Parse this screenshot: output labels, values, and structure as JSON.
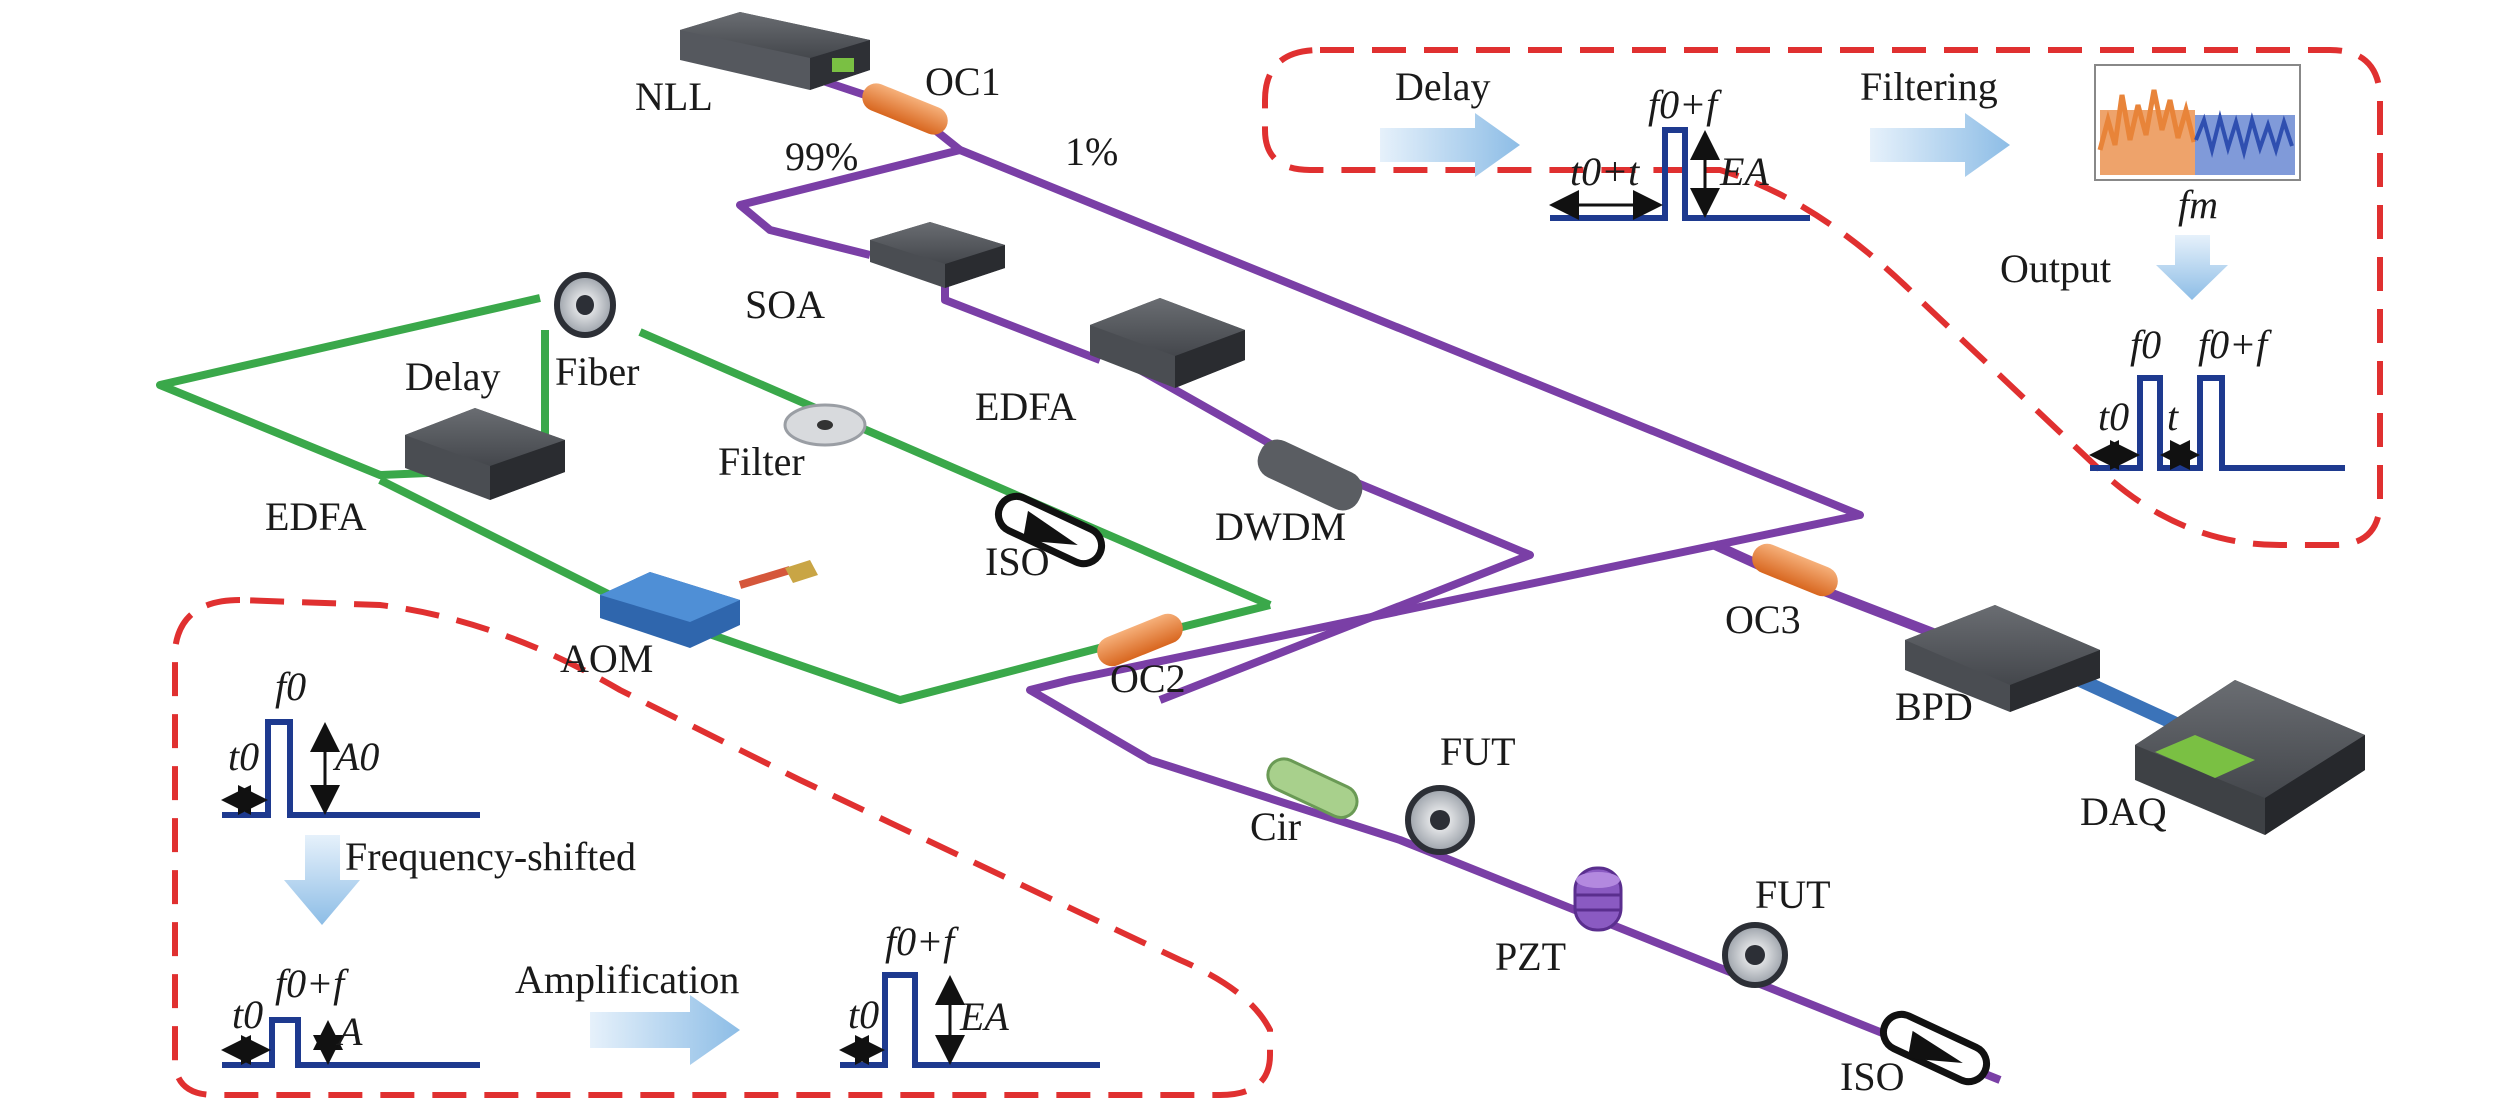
{
  "colors": {
    "purple_fiber": "#7a3fa6",
    "green_fiber": "#3aa84a",
    "blue_cable": "#3b73b9",
    "pulse_line": "#1e3a8f",
    "dashed_border": "#e03030",
    "coupler": "#e8843a",
    "arrow_fill": "#9fc7e8",
    "device_body": "#3d3f44"
  },
  "labels": {
    "nll": "NLL",
    "oc1": "OC1",
    "pct99": "99%",
    "pct1": "1%",
    "soa": "SOA",
    "edfa_top": "EDFA",
    "edfa_left": "EDFA",
    "delay": "Delay",
    "fiber": "Fiber",
    "filter": "Filter",
    "iso_mid": "ISO",
    "dwdm": "DWDM",
    "aom": "AOM",
    "oc2": "OC2",
    "oc3": "OC3",
    "bpd": "BPD",
    "daq": "DAQ",
    "cir": "Cir",
    "fut1": "FUT",
    "pzt": "PZT",
    "fut2": "FUT",
    "iso_end": "ISO"
  },
  "top_inset": {
    "delay": "Delay",
    "filtering": "Filtering",
    "output": "Output",
    "pulse1_freq": "f0+f",
    "pulse1_time": "t0+t",
    "pulse1_amp": "EA",
    "fm": "fm",
    "out_f0": "f0",
    "out_f0f": "f0+f",
    "out_t0": "t0",
    "out_t": "t"
  },
  "bottom_inset": {
    "pulse_a_freq": "f0",
    "pulse_a_time": "t0",
    "pulse_a_amp": "A0",
    "frequency_shifted": "Frequency-shifted",
    "pulse_b_freq": "f0+f",
    "pulse_b_time": "t0",
    "pulse_b_amp": "A",
    "amplification": "Amplification",
    "pulse_c_freq": "f0+f",
    "pulse_c_time": "t0",
    "pulse_c_amp": "EA"
  }
}
